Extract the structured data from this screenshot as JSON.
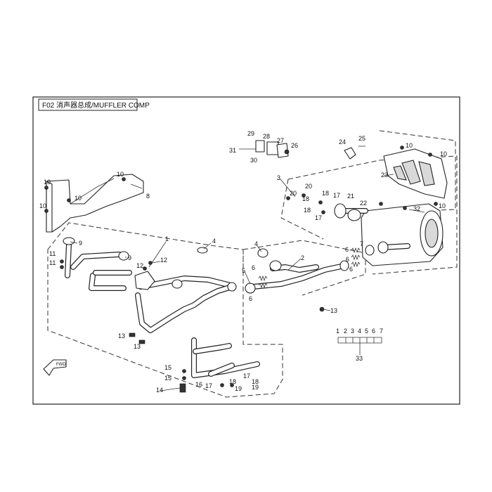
{
  "title": "F02 消声器总成/MUFFLER COMP",
  "callouts": {
    "c1": "1",
    "c2": "2",
    "c3": "3",
    "c4": "4",
    "c5": "5",
    "c6a": "6",
    "c6b": "6",
    "c6c": "6",
    "c6d": "6",
    "c6e": "6",
    "c7": "7",
    "c8": "8",
    "c9a": "9",
    "c9b": "9",
    "c10a": "10",
    "c10b": "10",
    "c10c": "10",
    "c10d": "10",
    "c10e": "10",
    "c10f": "10",
    "c10g": "10",
    "c11a": "11",
    "c11b": "11",
    "c12a": "12",
    "c12b": "12",
    "c13a": "13",
    "c13b": "13",
    "c13c": "13",
    "c14": "14",
    "c15a": "15",
    "c15b": "15",
    "c16": "16",
    "c17a": "17",
    "c17b": "17",
    "c17c": "17",
    "c17d": "17",
    "c18a": "18",
    "c18b": "18",
    "c18c": "18",
    "c18d": "18",
    "c18e": "18",
    "c19a": "19",
    "c19b": "19",
    "c20a": "20",
    "c20b": "20",
    "c21": "21",
    "c22": "22",
    "c23": "23",
    "c24": "24",
    "c25": "25",
    "c26": "26",
    "c27": "27",
    "c28": "28",
    "c29": "29",
    "c30": "30",
    "c31": "31",
    "c32": "32",
    "c33": "33"
  },
  "kit_list": {
    "k1": "1",
    "k2": "2",
    "k3": "3",
    "k4": "4",
    "k5": "5",
    "k6": "6",
    "k7": "7"
  },
  "colors": {
    "line": "#222222",
    "background": "#ffffff"
  },
  "icons": {
    "fwd": "forward-arrow-icon"
  }
}
